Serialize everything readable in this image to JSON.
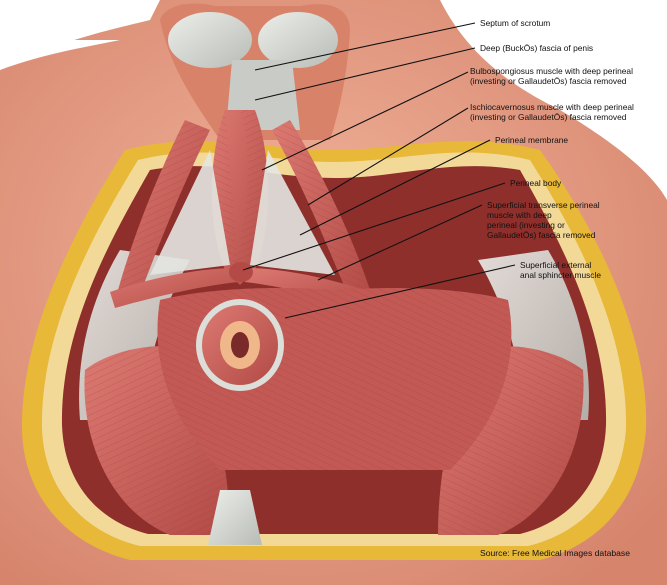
{
  "labels": [
    {
      "id": "septum",
      "lines": [
        "Septum of scrotum"
      ]
    },
    {
      "id": "buck",
      "lines": [
        "Deep (BuckÖs) fascia of penis"
      ]
    },
    {
      "id": "bulbo",
      "lines": [
        "Bulbospongiosus muscle with deep perineal",
        "(investing or GallaudetÖs) fascia removed"
      ]
    },
    {
      "id": "ischio",
      "lines": [
        "Ischiocavernosus muscle with deep perineal",
        "(investing or GallaudetÖs) fascia removed"
      ]
    },
    {
      "id": "membrane",
      "lines": [
        "Perineal membrane"
      ]
    },
    {
      "id": "body",
      "lines": [
        "Perineal body"
      ]
    },
    {
      "id": "transverse",
      "lines": [
        "Superficial transverse perineal",
        "muscle with deep",
        "perineal (investing or",
        "GallaudetÖs) fascia removed"
      ]
    },
    {
      "id": "sphincter",
      "lines": [
        "Superficial external",
        "anal sphincter muscle"
      ]
    }
  ],
  "source": "Source: Free Medical Images database",
  "colors": {
    "skin": "#e9a086",
    "skin_dark": "#d9826a",
    "muscle": "#c9605a",
    "muscle_dark": "#a8423e",
    "fascia": "#d4d6d2",
    "fat": "#e8b838",
    "leader": "#111111"
  }
}
